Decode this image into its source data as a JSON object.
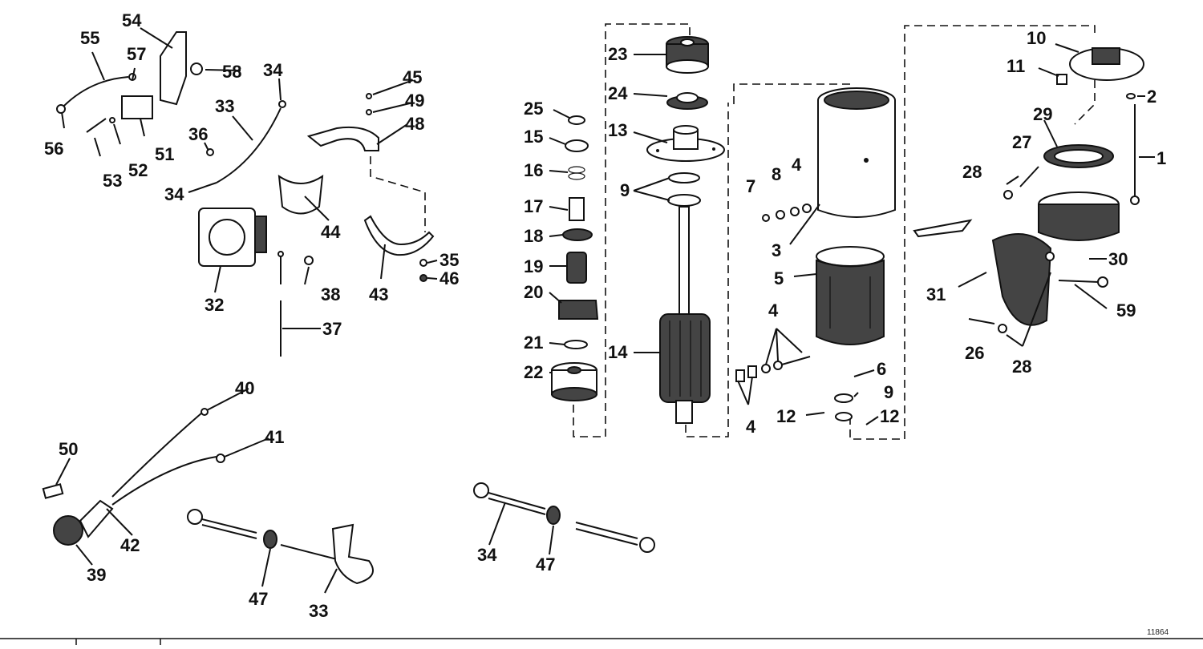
{
  "diagram": {
    "reference_number": "11864",
    "callouts": [
      "1",
      "2",
      "3",
      "4",
      "5",
      "6",
      "7",
      "8",
      "9",
      "10",
      "11",
      "12",
      "13",
      "14",
      "15",
      "16",
      "17",
      "18",
      "19",
      "20",
      "21",
      "22",
      "23",
      "24",
      "25",
      "26",
      "27",
      "28",
      "29",
      "30",
      "31",
      "32",
      "33",
      "34",
      "35",
      "36",
      "37",
      "38",
      "39",
      "40",
      "41",
      "42",
      "43",
      "44",
      "45",
      "46",
      "47",
      "48",
      "49",
      "50",
      "51",
      "52",
      "53",
      "54",
      "55",
      "56",
      "57",
      "58",
      "59"
    ]
  }
}
